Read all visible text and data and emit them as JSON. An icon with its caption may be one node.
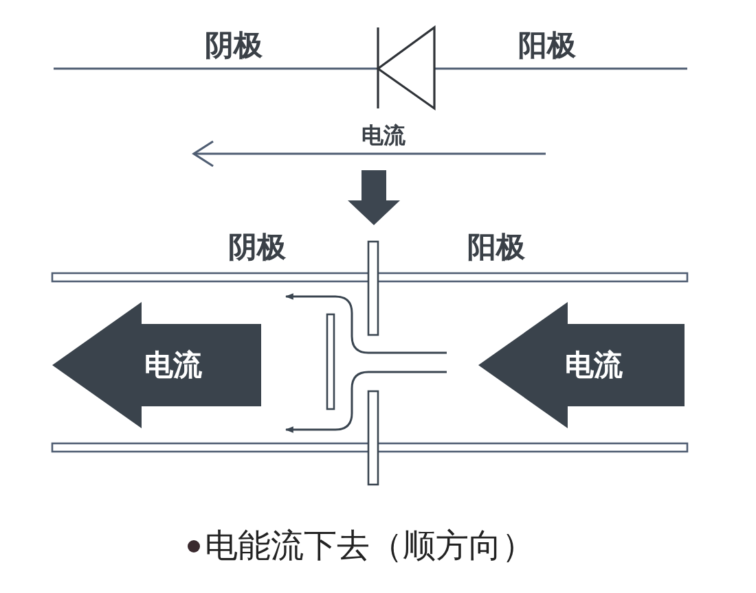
{
  "diagram": {
    "caption": "电能流下去（顺方向）",
    "nodes": [
      {
        "text": [
          "电流"
        ]
      },
      {
        "text": [
          "电流"
        ]
      }
    ],
    "labels": [
      "阴极",
      "阳极",
      "电流",
      "阴极",
      "阳极"
    ]
  }
}
